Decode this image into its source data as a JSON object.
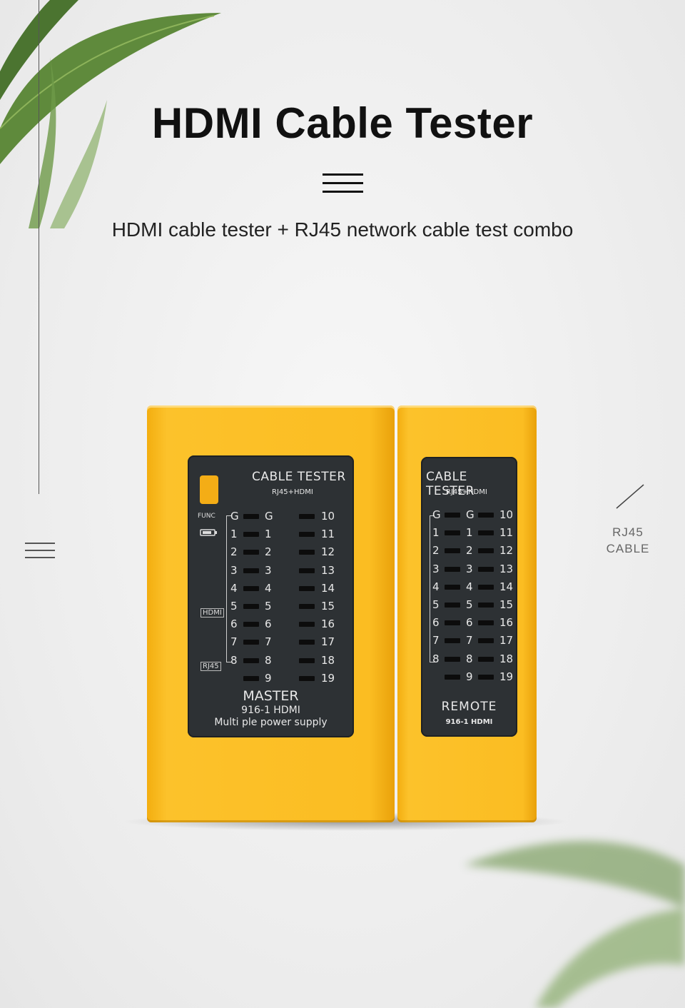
{
  "header": {
    "title": "HDMI Cable Tester",
    "subtitle": "HDMI cable tester + RJ45 network cable test combo"
  },
  "side_note": {
    "line1": "RJ45",
    "line2": "CABLE"
  },
  "master": {
    "title": "CABLE TESTER",
    "subtitle": "RJ45+HDMI",
    "func_label": "FUNC",
    "hdmi_label": "HDMI",
    "rj45_label": "RJ45",
    "footer_line1": "MASTER",
    "footer_line2": "916-1 HDMI",
    "footer_line3": "Multi ple power supply"
  },
  "remote": {
    "title": "CABLE TESTER",
    "subtitle": "RJ45+HDMI",
    "footer_line1": "REMOTE",
    "footer_line2": "916-1 HDMI"
  },
  "pins": {
    "rj45": [
      "G",
      "1",
      "2",
      "3",
      "4",
      "5",
      "6",
      "7",
      "8",
      ""
    ],
    "left": [
      "G",
      "1",
      "2",
      "3",
      "4",
      "5",
      "6",
      "7",
      "8",
      "9"
    ],
    "right": [
      "10",
      "11",
      "12",
      "13",
      "14",
      "15",
      "16",
      "17",
      "18",
      "19"
    ]
  },
  "colors": {
    "housing": "#fbbd22",
    "panel": "#2d3134",
    "func_button": "#f4ad16"
  }
}
